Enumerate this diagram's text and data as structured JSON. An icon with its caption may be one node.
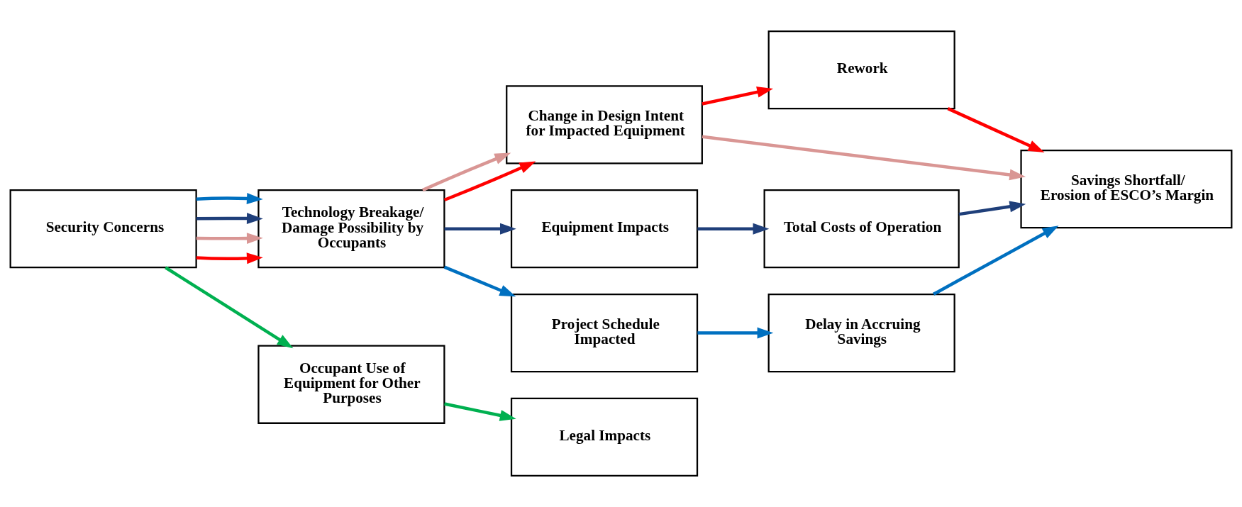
{
  "diagram": {
    "nodes": [
      {
        "text": [
          "Security Concerns"
        ]
      },
      {
        "text": [
          "Technology Breakage/ Damage Possibility by Occupants"
        ]
      },
      {
        "text": [
          "Occupant Use of Equipment for Other Purposes"
        ]
      },
      {
        "text": [
          "Change in Design Intent for Impacted Equipment"
        ]
      },
      {
        "text": [
          "Equipment Impacts"
        ]
      },
      {
        "text": [
          "Project Schedule Impacted"
        ]
      },
      {
        "text": [
          "Rework"
        ]
      },
      {
        "text": [
          "Total Costs of Operation"
        ]
      },
      {
        "text": [
          "Delay in Accruing Savings"
        ]
      },
      {
        "text": [
          "Savings Shortfall/ Erosion of ESCO’s Margin"
        ]
      },
      {
        "text": [
          "Legal Impacts"
        ]
      }
    ],
    "edges": [
      {
        "from": 0,
        "to": 1,
        "arrow": "to",
        "color": "#ff0000"
      },
      {
        "from": 0,
        "to": 1,
        "arrow": "to",
        "color": "#d99694"
      },
      {
        "from": 0,
        "to": 1,
        "arrow": "to",
        "color": "#1f3f7a"
      },
      {
        "from": 0,
        "to": 1,
        "arrow": "to",
        "color": "#0070c0"
      },
      {
        "from": 0,
        "to": 2,
        "arrow": "to",
        "color": "#00b050"
      },
      {
        "from": 1,
        "to": 3,
        "arrow": "to",
        "color": "#ff0000"
      },
      {
        "from": 1,
        "to": 3,
        "arrow": "to",
        "color": "#d99694"
      },
      {
        "from": 1,
        "to": 4,
        "arrow": "to",
        "color": "#1f3f7a"
      },
      {
        "from": 1,
        "to": 5,
        "arrow": "to",
        "color": "#0070c0"
      },
      {
        "from": 3,
        "to": 6,
        "arrow": "to",
        "color": "#ff0000"
      },
      {
        "from": 3,
        "to": 9,
        "arrow": "to",
        "color": "#d99694"
      },
      {
        "from": 4,
        "to": 7,
        "arrow": "to",
        "color": "#1f3f7a"
      },
      {
        "from": 5,
        "to": 8,
        "arrow": "to",
        "color": "#0070c0"
      },
      {
        "from": 6,
        "to": 9,
        "arrow": "to",
        "color": "#ff0000"
      },
      {
        "from": 7,
        "to": 9,
        "arrow": "to",
        "color": "#1f3f7a"
      },
      {
        "from": 8,
        "to": 9,
        "arrow": "to",
        "color": "#0070c0"
      },
      {
        "from": 2,
        "to": 10,
        "arrow": "to",
        "color": "#00b050"
      }
    ]
  }
}
